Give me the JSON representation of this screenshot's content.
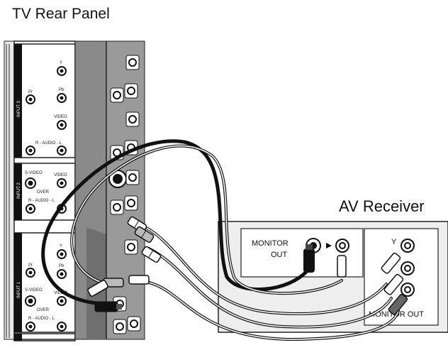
{
  "titles": {
    "tv_rear_panel": "TV Rear Panel",
    "av_receiver": "AV Receiver"
  },
  "receiver": {
    "monitor_out_line1": "MONITOR",
    "monitor_out_line2": "OUT",
    "component_y": "Y",
    "component_monitor_out": "MONITOR OUT"
  },
  "tv_panel": {
    "input3_label": "INPUT 3",
    "input2_label": "INPUT 2",
    "input1_label": "INPUT 1",
    "y": "Y",
    "pr": "Pr",
    "pb": "Pb",
    "video": "VIDEO",
    "audio_row": "R  -  AUDIO  -  L",
    "s_video": "S-VIDEO",
    "over": "OVER"
  },
  "colors": {
    "panel_dark": "#8a8a8a",
    "panel_darker": "#6f6f6f",
    "receiver_fill": "#eeeeee",
    "cable": "#111111"
  }
}
